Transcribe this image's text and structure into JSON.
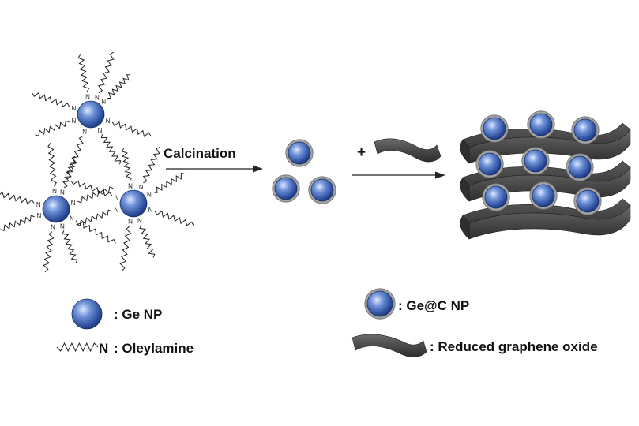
{
  "process": {
    "step1_label": "Calcination",
    "step2_label": "+"
  },
  "legend": {
    "ge_np": ": Ge NP",
    "oleylamine_n": "N",
    "oleylamine": ": Oleylamine",
    "ge_c_np": ": Ge@C NP",
    "rgo": ": Reduced graphene oxide"
  },
  "chain_atom_label": "N",
  "colors": {
    "particle_core": "#2c4fa0",
    "particle_highlight": "#cfe0ff",
    "carbon_shell": "#9a9a9a",
    "graphene": "#4a4a4a",
    "text": "#111111"
  }
}
